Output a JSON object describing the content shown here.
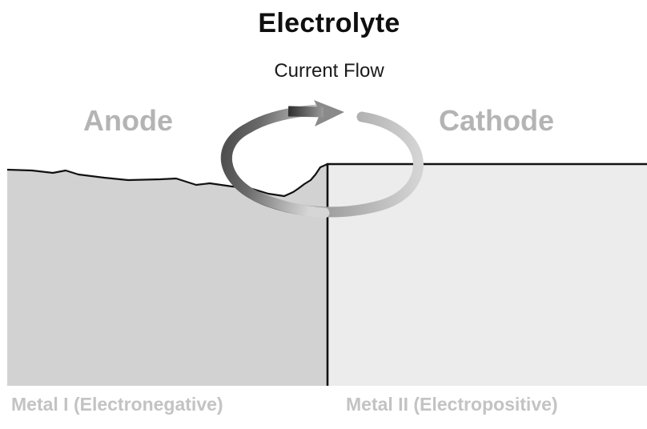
{
  "diagram": {
    "title": "Electrolyte",
    "subtitle": "Current Flow",
    "anode_label": "Anode",
    "cathode_label": "Cathode",
    "metal_left_label": "Metal I (Electronegative)",
    "metal_right_label": "Metal II (Electropositive)"
  },
  "colors": {
    "title": "#0f0f0f",
    "region_label": "#b4b4b4",
    "metal_label": "#c3c3c3",
    "metal_1_fill": "#d2d2d2",
    "metal_2_fill": "#ececec",
    "outline": "#111111",
    "arrow_gradient": [
      "#9a9a9a",
      "#3a3a3a",
      "#cfcfcf"
    ]
  }
}
